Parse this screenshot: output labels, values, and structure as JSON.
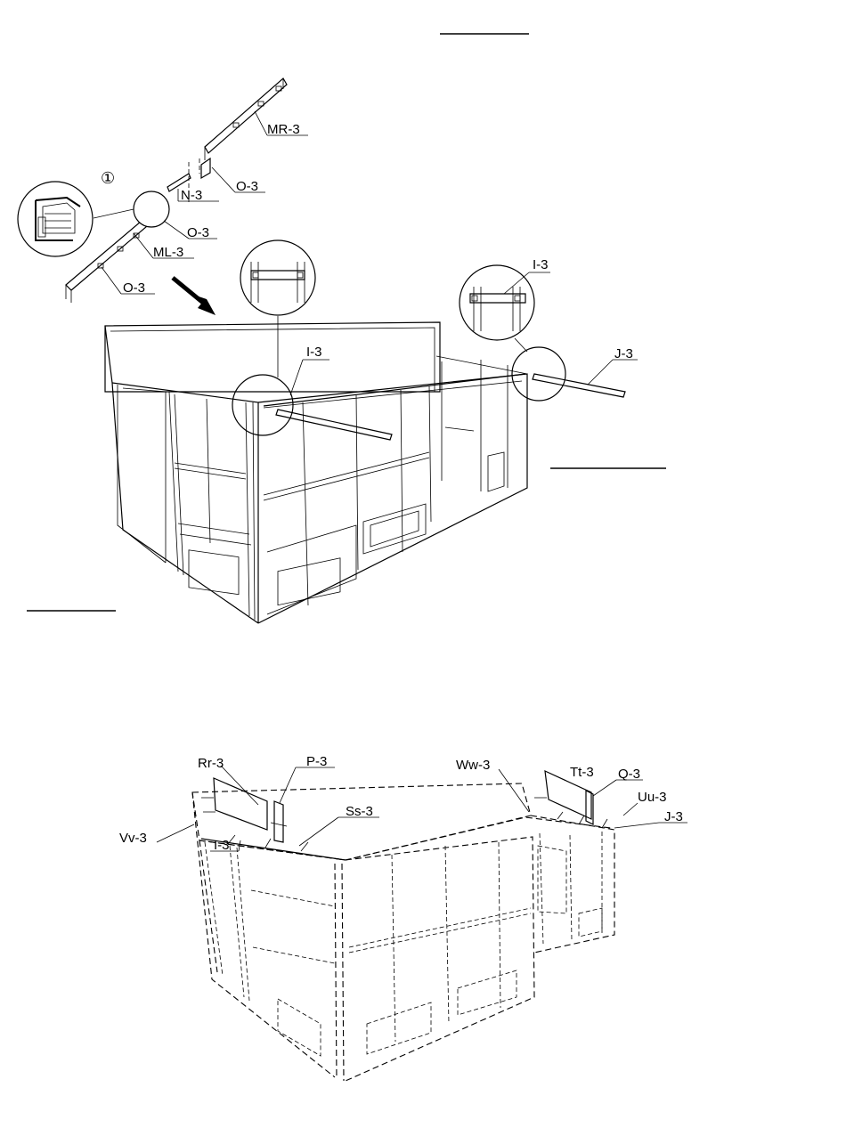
{
  "step1": {
    "marker": "①",
    "labels": {
      "mr3": "MR-3",
      "o3_top": "O-3",
      "n3": "N-3",
      "o3_mid": "O-3",
      "ml3": "ML-3",
      "o3_bottom": "O-3",
      "i3_left_detail": "I-3",
      "i3_right_detail": "I-3",
      "j3": "J-3"
    }
  },
  "step2": {
    "labels": {
      "rr3": "Rr-3",
      "p3": "P-3",
      "ww3": "Ww-3",
      "tt3": "Tt-3",
      "q3": "Q-3",
      "uu3": "Uu-3",
      "j3": "J-3",
      "ss3": "Ss-3",
      "vv3": "Vv-3",
      "i3": "I-3"
    }
  }
}
